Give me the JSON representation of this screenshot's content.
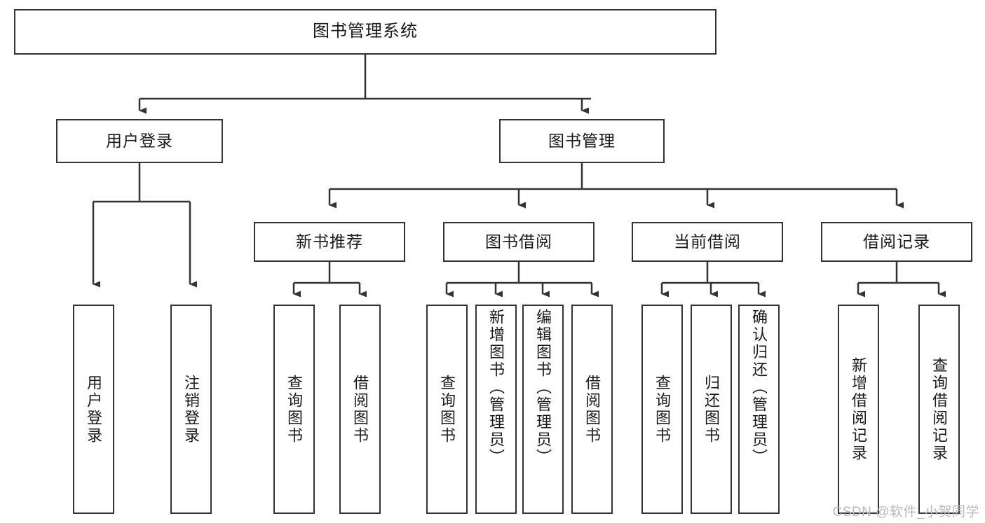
{
  "diagram": {
    "title": "图书管理系统",
    "type": "tree-hierarchy",
    "watermark": "CSDN @软件_小贺同学",
    "colors": {
      "stroke": "#333333",
      "fill": "#ffffff",
      "text": "#1a1a1a",
      "watermark": "#b9b9b9"
    },
    "levels": {
      "root": {
        "label": "图书管理系统"
      },
      "level2": [
        {
          "id": "user-login",
          "label": "用户登录"
        },
        {
          "id": "book-management",
          "label": "图书管理"
        }
      ],
      "level3": [
        {
          "id": "new-book-recommend",
          "label": "新书推荐",
          "parent": "book-management"
        },
        {
          "id": "book-borrow",
          "label": "图书借阅",
          "parent": "book-management"
        },
        {
          "id": "current-borrow",
          "label": "当前借阅",
          "parent": "book-management"
        },
        {
          "id": "borrow-record",
          "label": "借阅记录",
          "parent": "book-management"
        }
      ],
      "leaves": [
        {
          "id": "leaf-user-login",
          "label": "用户登录",
          "parent": "user-login"
        },
        {
          "id": "leaf-logout",
          "label": "注销登录",
          "parent": "user-login"
        },
        {
          "id": "leaf-query-book-1",
          "label": "查询图书",
          "parent": "new-book-recommend"
        },
        {
          "id": "leaf-borrow-book-1",
          "label": "借阅图书",
          "parent": "new-book-recommend"
        },
        {
          "id": "leaf-query-book-2",
          "label": "查询图书",
          "parent": "book-borrow"
        },
        {
          "id": "leaf-add-book",
          "label": "新增图书（管理员）",
          "parent": "book-borrow"
        },
        {
          "id": "leaf-edit-book",
          "label": "编辑图书（管理员）",
          "parent": "book-borrow"
        },
        {
          "id": "leaf-borrow-book-2",
          "label": "借阅图书",
          "parent": "book-borrow"
        },
        {
          "id": "leaf-query-book-3",
          "label": "查询图书",
          "parent": "current-borrow"
        },
        {
          "id": "leaf-return-book",
          "label": "归还图书",
          "parent": "current-borrow"
        },
        {
          "id": "leaf-confirm-return",
          "label": "确认归还（管理员）",
          "parent": "current-borrow"
        },
        {
          "id": "leaf-add-record",
          "label": "新增借阅记录",
          "parent": "borrow-record"
        },
        {
          "id": "leaf-query-record",
          "label": "查询借阅记录",
          "parent": "borrow-record"
        }
      ]
    }
  }
}
